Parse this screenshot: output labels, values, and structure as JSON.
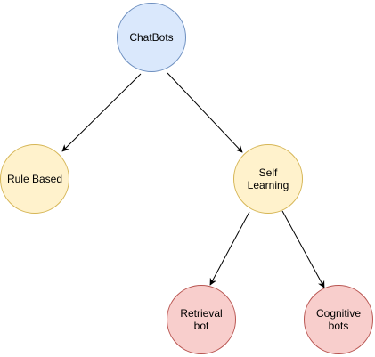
{
  "diagram": {
    "colors": {
      "root_fill": "#dae8fc",
      "root_stroke": "#6c8ebf",
      "mid_fill": "#fff2cc",
      "mid_stroke": "#d6b656",
      "leaf_fill": "#f8cecc",
      "leaf_stroke": "#b85450",
      "edge": "#000000"
    },
    "nodes": {
      "chatbots": {
        "label": "ChatBots",
        "style": "root"
      },
      "rule_based": {
        "label": "Rule Based",
        "style": "mid"
      },
      "self_learning": {
        "label": "Self Learning",
        "style": "mid"
      },
      "retrieval_bot": {
        "label": "Retrieval bot",
        "style": "leaf"
      },
      "cognitive_bots": {
        "label": "Cognitive bots",
        "style": "leaf"
      }
    },
    "edges": [
      {
        "from": "chatbots",
        "to": "rule_based"
      },
      {
        "from": "chatbots",
        "to": "self_learning"
      },
      {
        "from": "self_learning",
        "to": "retrieval_bot"
      },
      {
        "from": "self_learning",
        "to": "cognitive_bots"
      }
    ]
  }
}
